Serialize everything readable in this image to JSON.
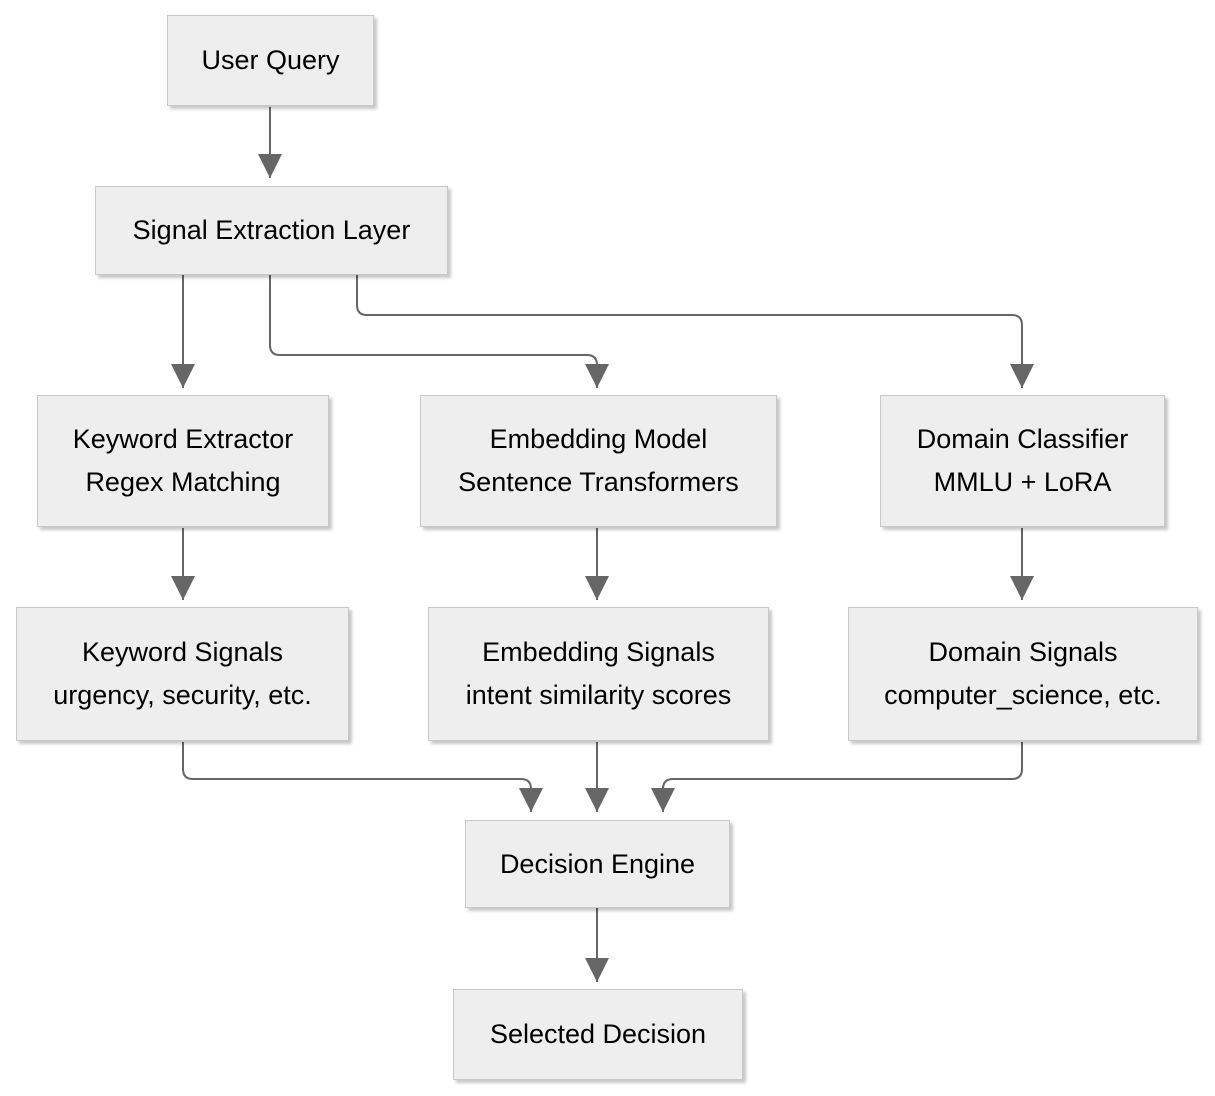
{
  "diagram": {
    "type": "flowchart",
    "colors": {
      "background": "#ffffff",
      "node_fill": "#eeeeee",
      "node_border": "#c8c8c8",
      "edge": "#666666",
      "text": "#000000"
    },
    "nodes": {
      "user_query": {
        "line1": "User Query"
      },
      "signal_extraction": {
        "line1": "Signal Extraction Layer"
      },
      "keyword_extractor": {
        "line1": "Keyword Extractor",
        "line2": "Regex Matching"
      },
      "embedding_model": {
        "line1": "Embedding Model",
        "line2": "Sentence Transformers"
      },
      "domain_classifier": {
        "line1": "Domain Classifier",
        "line2": "MMLU + LoRA"
      },
      "keyword_signals": {
        "line1": "Keyword Signals",
        "line2": "urgency, security, etc."
      },
      "embedding_signals": {
        "line1": "Embedding Signals",
        "line2": "intent similarity scores"
      },
      "domain_signals": {
        "line1": "Domain Signals",
        "line2": "computer_science, etc."
      },
      "decision_engine": {
        "line1": "Decision Engine"
      },
      "selected_decision": {
        "line1": "Selected Decision"
      }
    },
    "edges": [
      {
        "from": "User Query",
        "to": "Signal Extraction Layer"
      },
      {
        "from": "Signal Extraction Layer",
        "to": "Keyword Extractor"
      },
      {
        "from": "Signal Extraction Layer",
        "to": "Embedding Model"
      },
      {
        "from": "Signal Extraction Layer",
        "to": "Domain Classifier"
      },
      {
        "from": "Keyword Extractor",
        "to": "Keyword Signals"
      },
      {
        "from": "Embedding Model",
        "to": "Embedding Signals"
      },
      {
        "from": "Domain Classifier",
        "to": "Domain Signals"
      },
      {
        "from": "Keyword Signals",
        "to": "Decision Engine"
      },
      {
        "from": "Embedding Signals",
        "to": "Decision Engine"
      },
      {
        "from": "Domain Signals",
        "to": "Decision Engine"
      },
      {
        "from": "Decision Engine",
        "to": "Selected Decision"
      }
    ]
  }
}
